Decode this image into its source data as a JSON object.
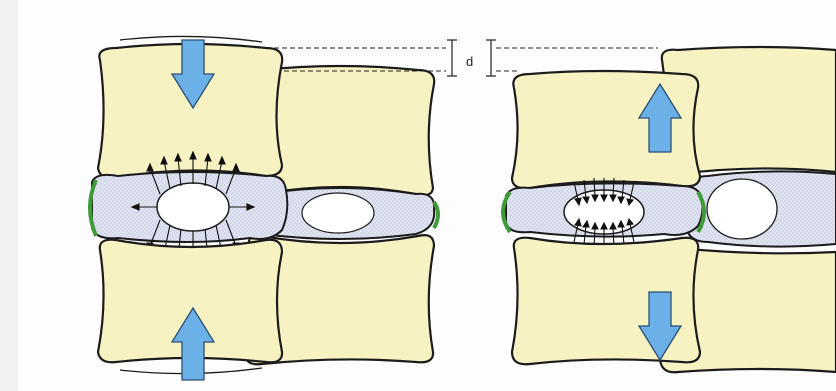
{
  "figure": {
    "distance_label": "d",
    "colors": {
      "vertebra_fill": "#f7f2c2",
      "vertebra_edge": "#1c1c1c",
      "endplate_fill": "#e6e6e6",
      "disc_fill": "#dfe2ef",
      "nucleus_fill": "#ffffff",
      "arrow_fill": "#6bb0e6",
      "ligament_green": "#3f9a3a",
      "dash_color": "#222222"
    },
    "panels": [
      {
        "id": "left",
        "force_direction": "compression",
        "arrow_icons": [
          "arrow-down-icon",
          "arrow-up-icon"
        ]
      },
      {
        "id": "right",
        "force_direction": "distraction",
        "arrow_icons": [
          "arrow-up-icon",
          "arrow-down-icon"
        ]
      }
    ]
  }
}
